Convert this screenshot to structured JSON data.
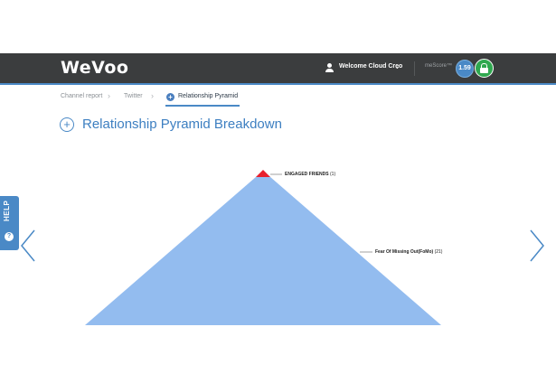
{
  "header": {
    "logo": "WeVoo",
    "welcome": "Welcome Cloud Creo",
    "mescore_label": "meScore™",
    "mescore_value": "1.59"
  },
  "breadcrumb": {
    "items": [
      "Channel report",
      "Twitter",
      "Relationship Pyramid"
    ]
  },
  "page": {
    "title": "Relationship Pyramid Breakdown"
  },
  "help": {
    "label": "HELP"
  },
  "pyramid": {
    "tiers": [
      {
        "label": "ENGAGED FRIENDS",
        "count": "(1)",
        "color": "#e8212e"
      },
      {
        "label": "Fear Of Missing Out(FoMo)",
        "count": "(21)",
        "color": "#93bcef"
      }
    ]
  },
  "colors": {
    "accent": "#4a89c6",
    "topbar": "#3b3d3e",
    "pyramid_fill": "#93bcef",
    "apex_fill": "#e8212e",
    "lock_badge": "#2fa84f"
  }
}
